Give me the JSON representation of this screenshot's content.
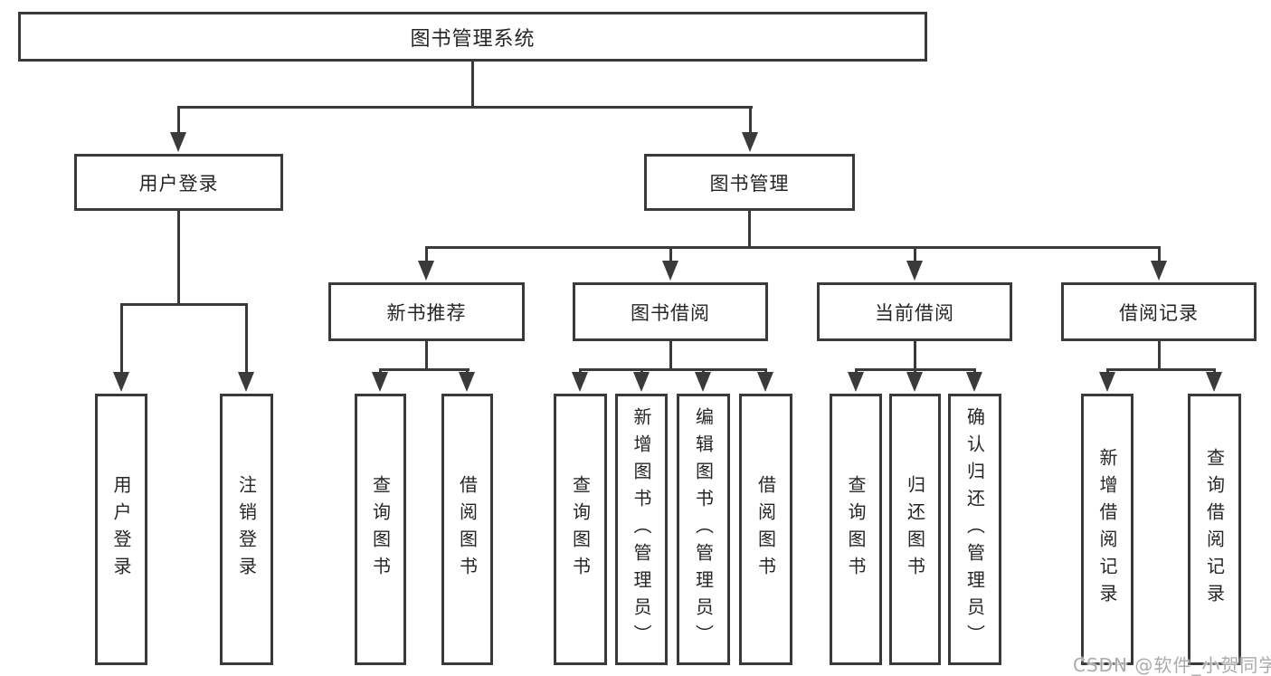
{
  "diagram": {
    "title": "图书管理系统",
    "root": {
      "label": "图书管理系统"
    },
    "branches": [
      {
        "label": "用户登录",
        "children": [
          {
            "label": "用户登录"
          },
          {
            "label": "注销登录"
          }
        ]
      },
      {
        "label": "图书管理",
        "children": [
          {
            "label": "新书推荐",
            "children": [
              {
                "label": "查询图书"
              },
              {
                "label": "借阅图书"
              }
            ]
          },
          {
            "label": "图书借阅",
            "children": [
              {
                "label": "查询图书"
              },
              {
                "label": "新增图书（管理员）"
              },
              {
                "label": "编辑图书（管理员）"
              },
              {
                "label": "借阅图书"
              }
            ]
          },
          {
            "label": "当前借阅",
            "children": [
              {
                "label": "查询图书"
              },
              {
                "label": "归还图书"
              },
              {
                "label": "确认归还（管理员）"
              }
            ]
          },
          {
            "label": "借阅记录",
            "children": [
              {
                "label": "新增借阅记录"
              },
              {
                "label": "查询借阅记录"
              }
            ]
          }
        ]
      }
    ]
  },
  "watermark": {
    "text": "CSDN @软件_小贺同学"
  },
  "colors": {
    "line": "#3a3a3a",
    "text": "#262626",
    "watermark": "#ababab",
    "background": "#ffffff"
  }
}
